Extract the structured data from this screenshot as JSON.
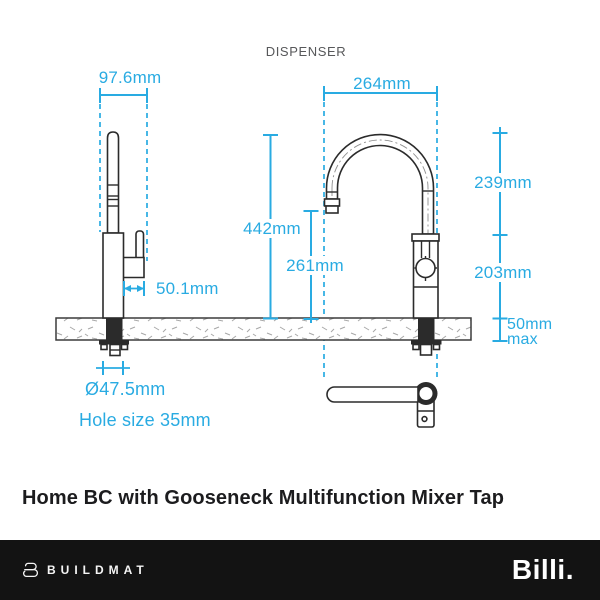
{
  "header": {
    "dispenser": "DISPENSER"
  },
  "dimensions": {
    "left_width": "97.6mm",
    "left_handle_reach": "50.1mm",
    "left_diameter": "Ø47.5mm",
    "left_hole_size": "Hole size 35mm",
    "right_width": "264mm",
    "right_total_height": "442mm",
    "right_spout_height": "261mm",
    "right_arc_height": "239mm",
    "right_body_height": "203mm",
    "bench_thickness": "50mm",
    "bench_thickness_suffix": "max"
  },
  "colors": {
    "accent": "#29abe2",
    "line": "#2b2b2b",
    "footer_bg": "#131313"
  },
  "title": "Home BC with Gooseneck Multifunction Mixer Tap",
  "footer": {
    "buildmat": "BUILDMAT",
    "billi": "Billi."
  }
}
